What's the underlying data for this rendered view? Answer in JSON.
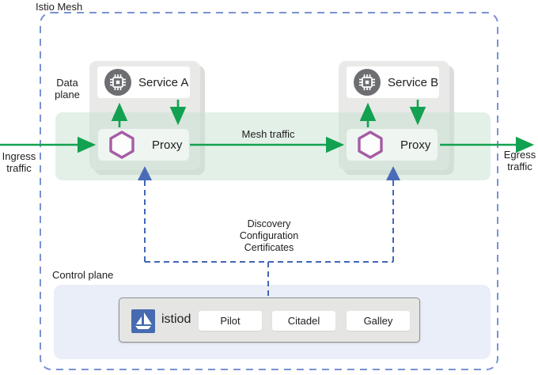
{
  "title": "Istio Mesh",
  "labels": {
    "data_plane": "Data plane",
    "control_plane": "Control plane",
    "mesh_traffic": "Mesh traffic",
    "ingress": {
      "line1": "Ingress",
      "line2": "traffic"
    },
    "egress": {
      "line1": "Egress",
      "line2": "traffic"
    }
  },
  "control_path": {
    "lines": [
      "Discovery",
      "Configuration",
      "Certificates"
    ]
  },
  "data_plane": {
    "services": [
      {
        "service": "Service A",
        "proxy": "Proxy"
      },
      {
        "service": "Service B",
        "proxy": "Proxy"
      }
    ]
  },
  "control_plane": {
    "istiod": "istiod",
    "components": [
      "Pilot",
      "Citadel",
      "Galley"
    ]
  },
  "icons": {
    "service": "microchip-icon",
    "proxy": "hexagon-envoy-icon",
    "istiod": "istio-sailboat-logo"
  },
  "colors": {
    "traffic_green": "#12a150",
    "control_blue": "#4066b8",
    "mesh_boundary_blue": "#7992d2",
    "proxy_purple": "#a55ca5",
    "istio_logo_blue": "#466bb0",
    "mesh_band_green": "#e3f0e7",
    "control_panel_lavender": "#e9eef8",
    "card_gray": "#e9e9e8",
    "service_icon_gray": "#6d6e71"
  }
}
